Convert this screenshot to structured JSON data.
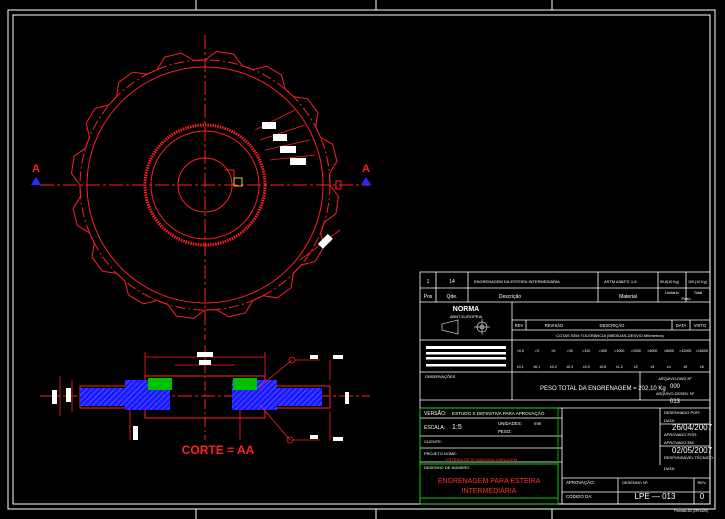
{
  "section_markers": {
    "left": "A",
    "right": "A"
  },
  "section_label": "CORTE = AA",
  "title_block": {
    "parts_row": {
      "item": "1",
      "qty": "14",
      "description": "ENGRENAGEM DA ESTEIRA INTERMEDIÁRIA",
      "material": "ASTM A36/FG 1.8",
      "unit_weight": "50,8(10 Kg)",
      "total_weight": "100,(10 Kg)"
    },
    "header_row": {
      "position": "Pos",
      "quantity": "Qde.",
      "description": "Descrição",
      "material": "Material",
      "unit": "Unitário",
      "total": "Total",
      "weight": "Peso"
    },
    "norm_title": "NORMA",
    "norm_subtitle": "ABNT-EUROPEIA",
    "rev_headers": [
      "REV",
      "REVISÃO",
      "DESCRIÇÃO",
      "DATA",
      "VISTO"
    ],
    "tolerance_title": "COTAS SEM TOLERÂNCIA (MEDIDAS-DESVIO Milímetros)",
    "tolerance_ranges": [
      ">0,5",
      ">3",
      ">6",
      ">30",
      ">120",
      ">400",
      ">1000",
      ">2000",
      ">4000",
      ">8000",
      ">12000",
      ">16000"
    ],
    "tolerance_values": [
      "±0,1",
      "±0,1",
      "±0,2",
      "±0,3",
      "±0,5",
      "±0,8",
      "±1,2",
      "±2",
      "±3",
      "±4",
      "±5",
      "±6"
    ],
    "weight_label": "PESO TOTAL DA ENGRENAGEM = 202,10 Kg",
    "numbers_label": "ARQUIVO-DWG Nº",
    "file_code": "000",
    "sheet_label": "ARQUIVO-DESEN. Nº",
    "sheet_code": "013",
    "notes_label": "OBSERVAÇÕES",
    "version_label": "VERSÃO:",
    "version_options": "ESTUDO  X  DEFINITIVA   PARA APROVAÇÃO",
    "scale_label": "ESCALA:",
    "scale_value": "1:5",
    "units_label": "UNIDADES:",
    "units_value": "mm",
    "mass_label": "PESO:",
    "client_label": "CLIENTE:",
    "project_label": "PROJETO NOME:",
    "project_value": "ESTEIRA DE Nº MÁQUINA USINAGEM",
    "drawing_name_label": "DESENHO DE NÚMERO",
    "drawn_by_label": "DESENHADO POR:",
    "date1_label": "DATA:",
    "date1": "26/04/2007",
    "approved_by_label": "APROVADO POR:",
    "approved_label": "APROVADO EM:",
    "date2": "02/05/2007",
    "responsible_label": "RESPONSÁVEL TÉCNICO:",
    "date3_label": "DATA:",
    "title_line1": "ENGRENAGEM  PARA  ESTEIRA",
    "title_line2": "INTERMEDIÁRIA",
    "approved_footer": "APROVAÇÃO:",
    "checked_footer": "CÓDIGO DA:",
    "drawing_no_label": "DESENHO Nº:",
    "drawing_no": "LPE  —  013",
    "rev_label": "REV.",
    "rev_value": "0",
    "footer_note": "Formato A3 (297x420)"
  },
  "colors": {
    "background": "#000000",
    "outline": "#ff1e1e",
    "center_line": "#ff1e1e",
    "section_fill": "#2020ff",
    "marker": "#2a2aff",
    "frame": "#ffffff",
    "block_green": "#00d000",
    "text_white": "#ffffff",
    "text_yellow": "#ffff40"
  }
}
